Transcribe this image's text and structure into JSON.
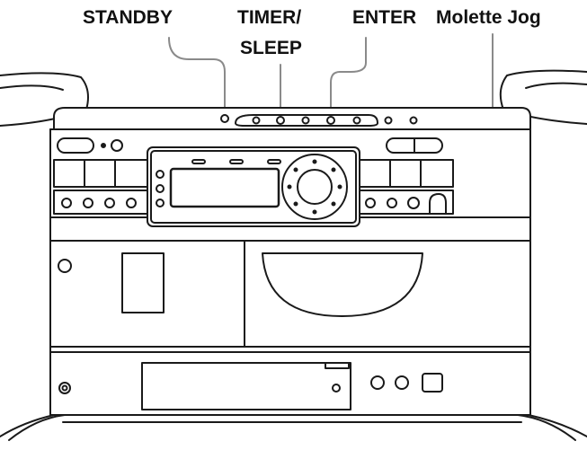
{
  "labels": {
    "standby": "STANDBY",
    "timer_line1": "TIMER/",
    "timer_line2": "SLEEP",
    "enter": "ENTER",
    "jog": "Molette Jog"
  },
  "colors": {
    "stroke": "#1a1a1a",
    "fill": "#ffffff",
    "accent_gray": "#8a8a8a"
  }
}
